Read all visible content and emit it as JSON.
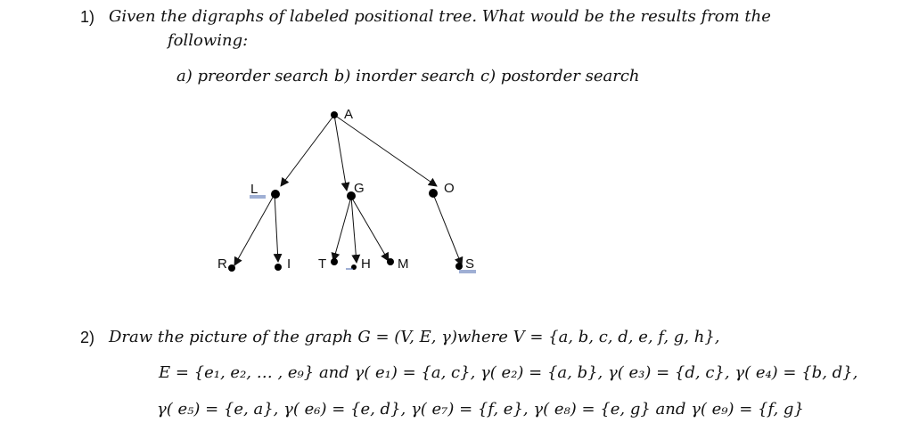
{
  "q1": {
    "number": "1)",
    "line1": "Given the digraphs of labeled positional tree. What would be the results from the",
    "line2": "following:",
    "options": "a) preorder search   b) inorder search   c) postorder search"
  },
  "tree": {
    "nodes": [
      "A",
      "L",
      "G",
      "O",
      "R",
      "I",
      "T",
      "H",
      "M",
      "S"
    ],
    "edges": [
      [
        "A",
        "L"
      ],
      [
        "A",
        "G"
      ],
      [
        "A",
        "O"
      ],
      [
        "L",
        "R"
      ],
      [
        "L",
        "I"
      ],
      [
        "G",
        "T"
      ],
      [
        "G",
        "H"
      ],
      [
        "G",
        "M"
      ],
      [
        "O",
        "S"
      ]
    ]
  },
  "q2": {
    "number": "2)",
    "line1": "Draw the picture of the graph G = (V, E, γ)where V = {a, b, c, d, e, f, g, h},",
    "line2": "E = {e₁, e₂, … , e₉} and γ( e₁) = {a, c}, γ( e₂) = {a, b}, γ( e₃) = {d, c}, γ( e₄) = {b, d},",
    "line3": "γ( e₅) = {e, a}, γ( e₆) = {e, d}, γ( e₇) = {f, e}, γ( e₈) = {e, g} and γ( e₉) = {f, g}"
  }
}
